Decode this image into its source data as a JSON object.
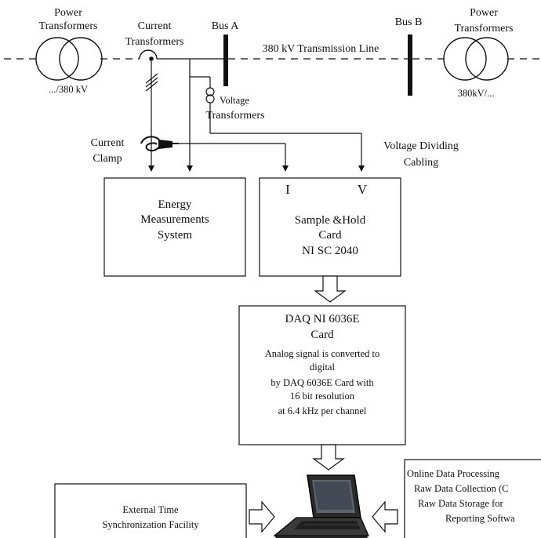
{
  "labels": {
    "pt_left_1": "Power",
    "pt_left_2": "Transformers",
    "pt_left_ratio": ".../380 kV",
    "ct_1": "Current",
    "ct_2": "Transformers",
    "bus_a": "Bus A",
    "line": "380 kV Transmission Line",
    "bus_b": "Bus B",
    "pt_right_1": "Power",
    "pt_right_2": "Transformers",
    "pt_right_ratio": "380kV/...",
    "vt_1": "Voltage",
    "vt_2": "Transformers",
    "clamp_1": "Current",
    "clamp_2": "Clamp",
    "cabling_1": "Voltage Dividing",
    "cabling_2": "Cabling",
    "i_label": "I",
    "v_label": "V"
  },
  "boxes": {
    "energy": [
      "Energy",
      "Measurements",
      "System"
    ],
    "sample": [
      "Sample &Hold",
      "Card",
      "NI SC 2040"
    ],
    "daq": [
      "DAQ NI 6036E",
      "Card",
      "Analog signal is converted to",
      "digital",
      "by DAQ 6036E Card with",
      "16 bit resolution",
      "at 6.4 kHz per channel"
    ],
    "time": [
      "External Time",
      "Synchronization Facility"
    ],
    "online": [
      "Online Data Processing",
      "Raw Data Collection (C",
      "Raw Data Storage for",
      "Reporting Softwa"
    ]
  },
  "icons": {
    "laptop": "laptop-icon",
    "transformer": "transformer-symbol-icon",
    "clamp": "current-clamp-icon"
  }
}
